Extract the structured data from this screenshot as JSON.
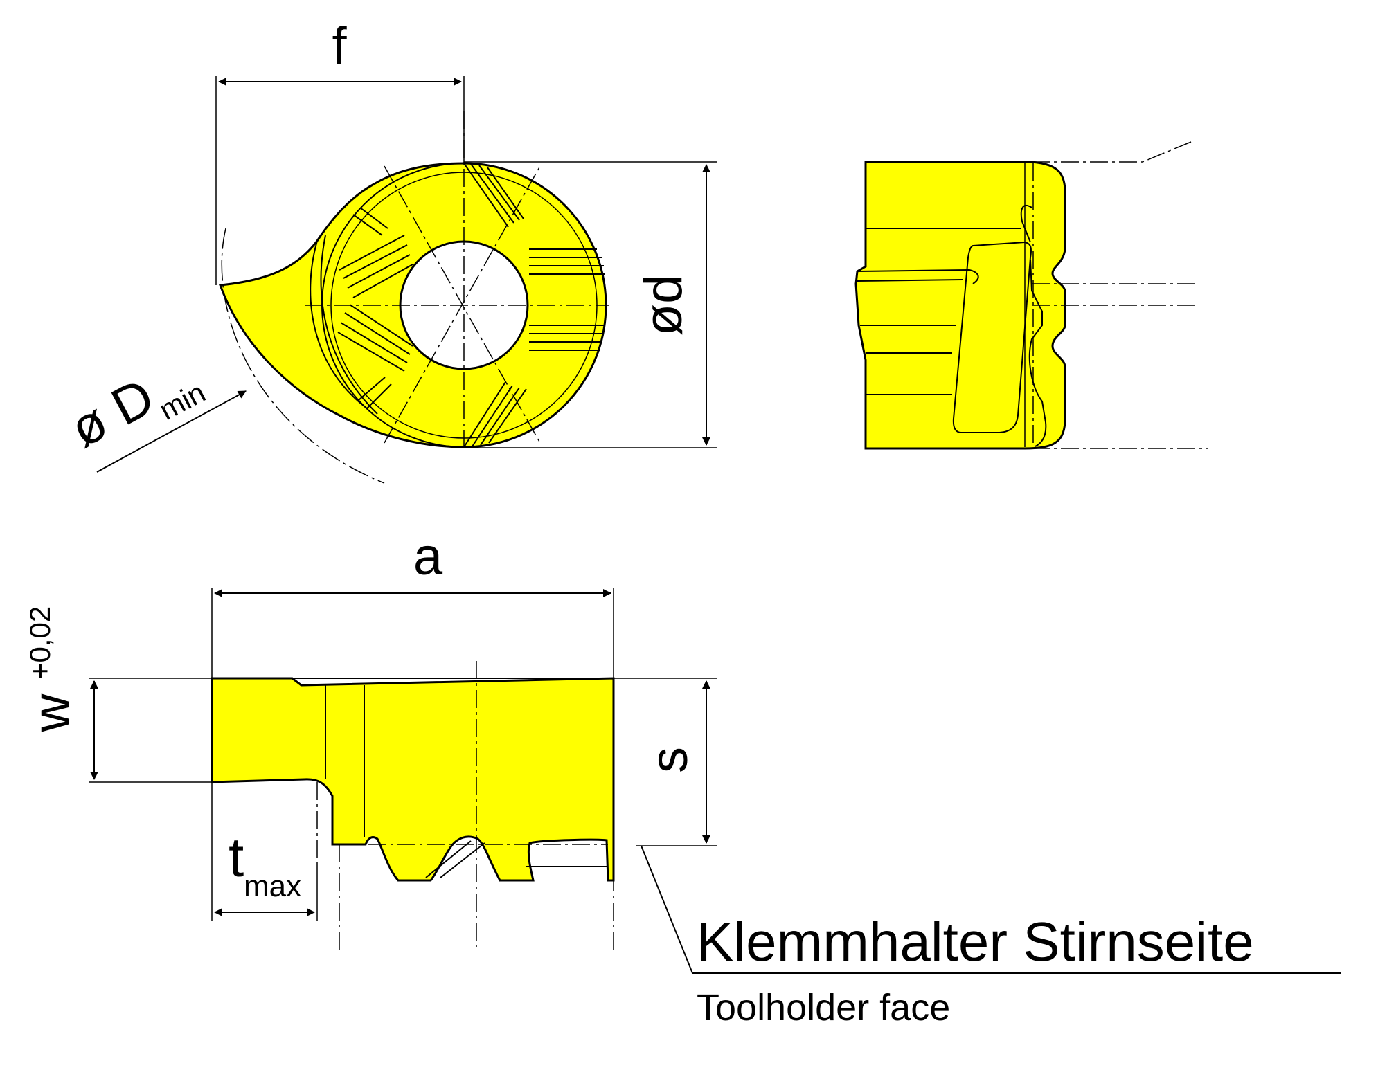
{
  "colors": {
    "insert": "#ffff00",
    "line": "#000000",
    "background": "#ffffff"
  },
  "labels": {
    "f": "f",
    "od": "ød",
    "oD": "ø D",
    "min": "min",
    "a": "a",
    "w": "w",
    "tol": "+0,02",
    "s": "s",
    "t": "t",
    "max": "max",
    "de": "Klemmhalter Stirnseite",
    "en": "Toolholder face"
  }
}
